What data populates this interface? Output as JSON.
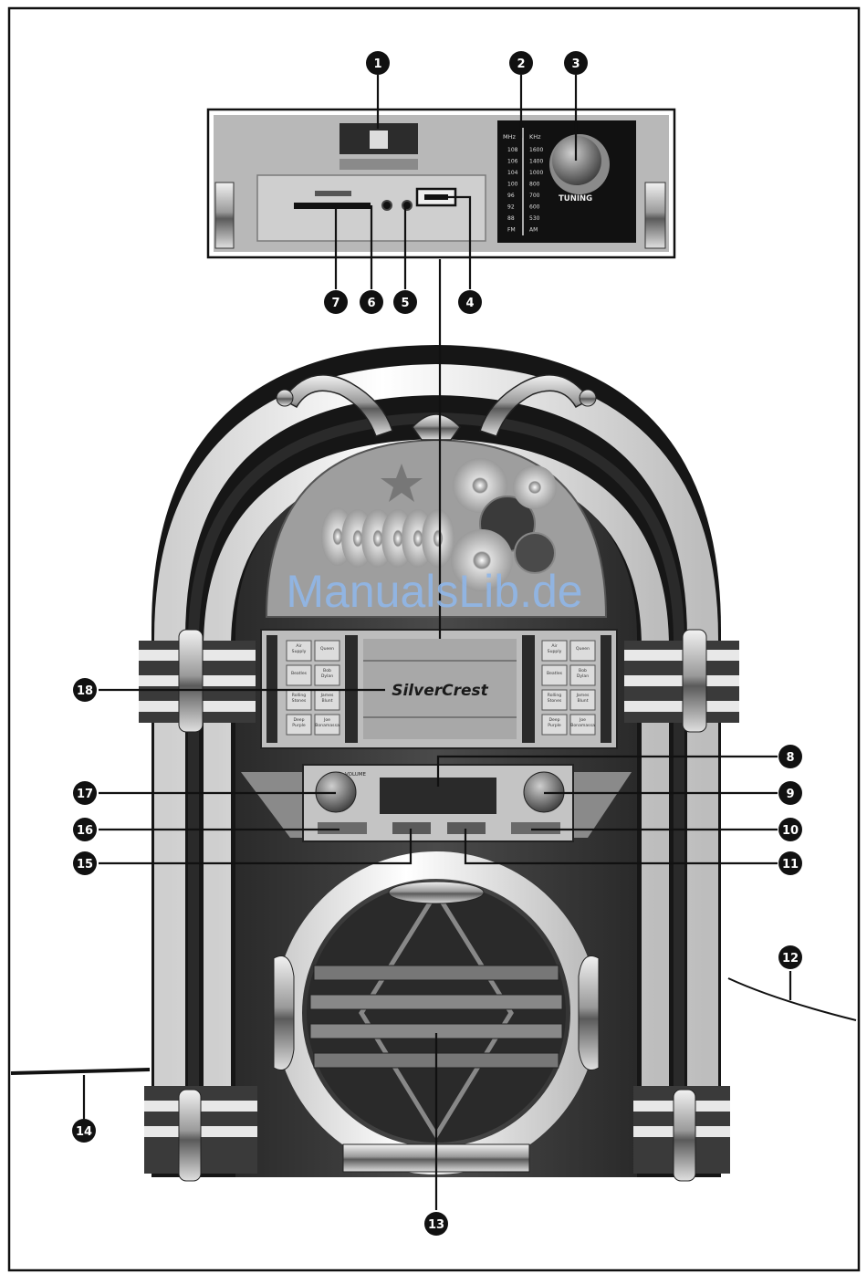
{
  "diagram": {
    "labels": [
      {
        "id": "1",
        "text": "1"
      },
      {
        "id": "2",
        "text": "2"
      },
      {
        "id": "3",
        "text": "3"
      },
      {
        "id": "4",
        "text": "4"
      },
      {
        "id": "5",
        "text": "5"
      },
      {
        "id": "6",
        "text": "6"
      },
      {
        "id": "7",
        "text": "7"
      },
      {
        "id": "8",
        "text": "8"
      },
      {
        "id": "9",
        "text": "9"
      },
      {
        "id": "10",
        "text": "10"
      },
      {
        "id": "11",
        "text": "11"
      },
      {
        "id": "12",
        "text": "12"
      },
      {
        "id": "13",
        "text": "13"
      },
      {
        "id": "14",
        "text": "14"
      },
      {
        "id": "15",
        "text": "15"
      },
      {
        "id": "16",
        "text": "16"
      },
      {
        "id": "17",
        "text": "17"
      },
      {
        "id": "18",
        "text": "18"
      }
    ],
    "panel": {
      "tuning": "TUNING",
      "mhz": "MHz",
      "khz": "KHz",
      "fm_scale": [
        "108",
        "106",
        "104",
        "100",
        "96",
        "92",
        "88",
        "FM"
      ],
      "am_scale": [
        "1600",
        "1400",
        "1000",
        "800",
        "700",
        "600",
        "530",
        "AM"
      ]
    },
    "jukebox": {
      "brand": "SilverCrest",
      "buttons": [
        "Air Supply",
        "Queen",
        "Beatles",
        "Bob Dylan",
        "Rolling Stones",
        "James Blunt",
        "Deep Purple",
        "Joe Bonamassa"
      ],
      "volume_label": "VOLUME"
    },
    "watermark": "ManualsLib.de"
  },
  "colors": {
    "ink": "#111111",
    "watermark": "#8fb6e8"
  }
}
